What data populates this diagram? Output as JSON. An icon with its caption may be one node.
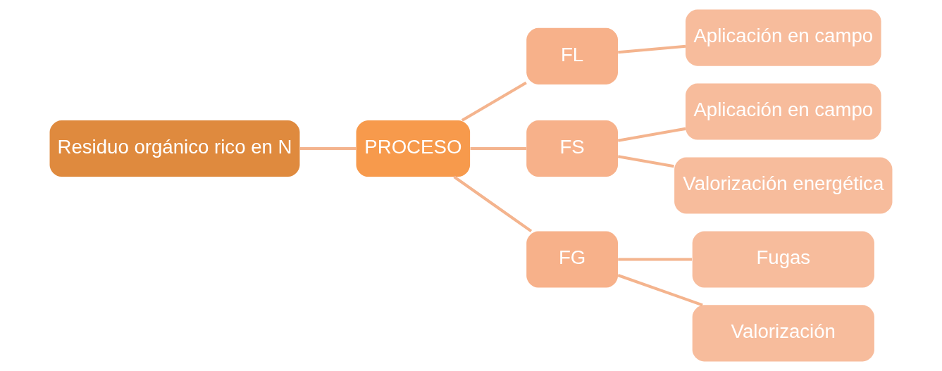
{
  "diagram": {
    "nodes": [
      {
        "text": [
          "Residuo orgánico rico en N"
        ]
      },
      {
        "text": [
          "PROCESO"
        ]
      },
      {
        "text": [
          "FL"
        ]
      },
      {
        "text": [
          "FS"
        ]
      },
      {
        "text": [
          "FG"
        ]
      },
      {
        "text": [
          "Aplicación en campo"
        ]
      },
      {
        "text": [
          "Aplicación en campo"
        ]
      },
      {
        "text": [
          "Valorización energética"
        ]
      },
      {
        "text": [
          "Fugas"
        ]
      },
      {
        "text": [
          "Valorización"
        ]
      }
    ],
    "edges": [
      {
        "from": 0,
        "to": 1,
        "arrow": "none"
      },
      {
        "from": 1,
        "to": 2,
        "arrow": "none"
      },
      {
        "from": 1,
        "to": 3,
        "arrow": "none"
      },
      {
        "from": 1,
        "to": 4,
        "arrow": "none"
      },
      {
        "from": 2,
        "to": 5,
        "arrow": "none"
      },
      {
        "from": 3,
        "to": 6,
        "arrow": "none"
      },
      {
        "from": 3,
        "to": 7,
        "arrow": "none"
      },
      {
        "from": 4,
        "to": 8,
        "arrow": "none"
      },
      {
        "from": 4,
        "to": 9,
        "arrow": "none"
      }
    ]
  }
}
